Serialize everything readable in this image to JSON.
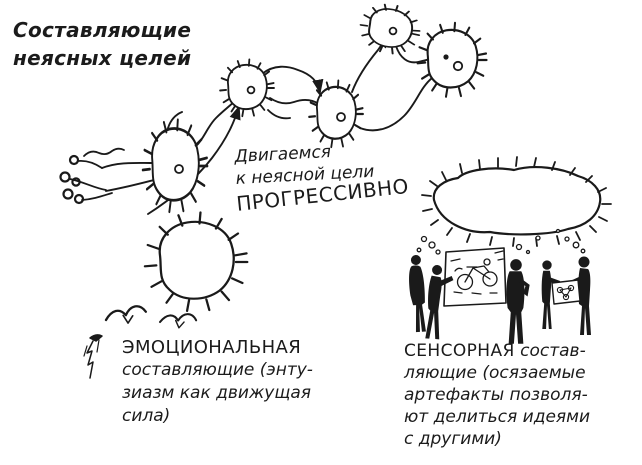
{
  "title": {
    "line1": "Составляющие",
    "line2": "неясных целей"
  },
  "progress_note": {
    "line1": "Двигаемся",
    "line2": "к неясной цели",
    "line3": "ПРОГРЕССИВНО"
  },
  "emotional_note": {
    "line1": "ЭМОЦИОНАЛЬНАЯ",
    "line2": "составляющие (энту-",
    "line3": "зиазм как движущая",
    "line4": "сила)"
  },
  "sensory_note": {
    "line1_caps": "СЕНСОРНАЯ",
    "line1_rest": " состав-",
    "line2": "ляющие (осязаемые",
    "line3": "артефакты позволя-",
    "line4": "ют делиться идеями",
    "line5": "с другими)"
  },
  "colors": {
    "ink": "#1a1a1a",
    "background": "#ffffff"
  },
  "illustrations": {
    "goal_chain": "fuzzy-goal-blobs-linked-by-wavy-arrows",
    "solo_blob": "empty-fuzzy-goal-blob",
    "birds": "seagulls-and-perched-bird",
    "idea_cloud": "spiky-idea-cloud",
    "team_scene": "team-at-whiteboard-with-bicycle-sketch",
    "shared_artifact": "paper-with-node-diagram"
  }
}
